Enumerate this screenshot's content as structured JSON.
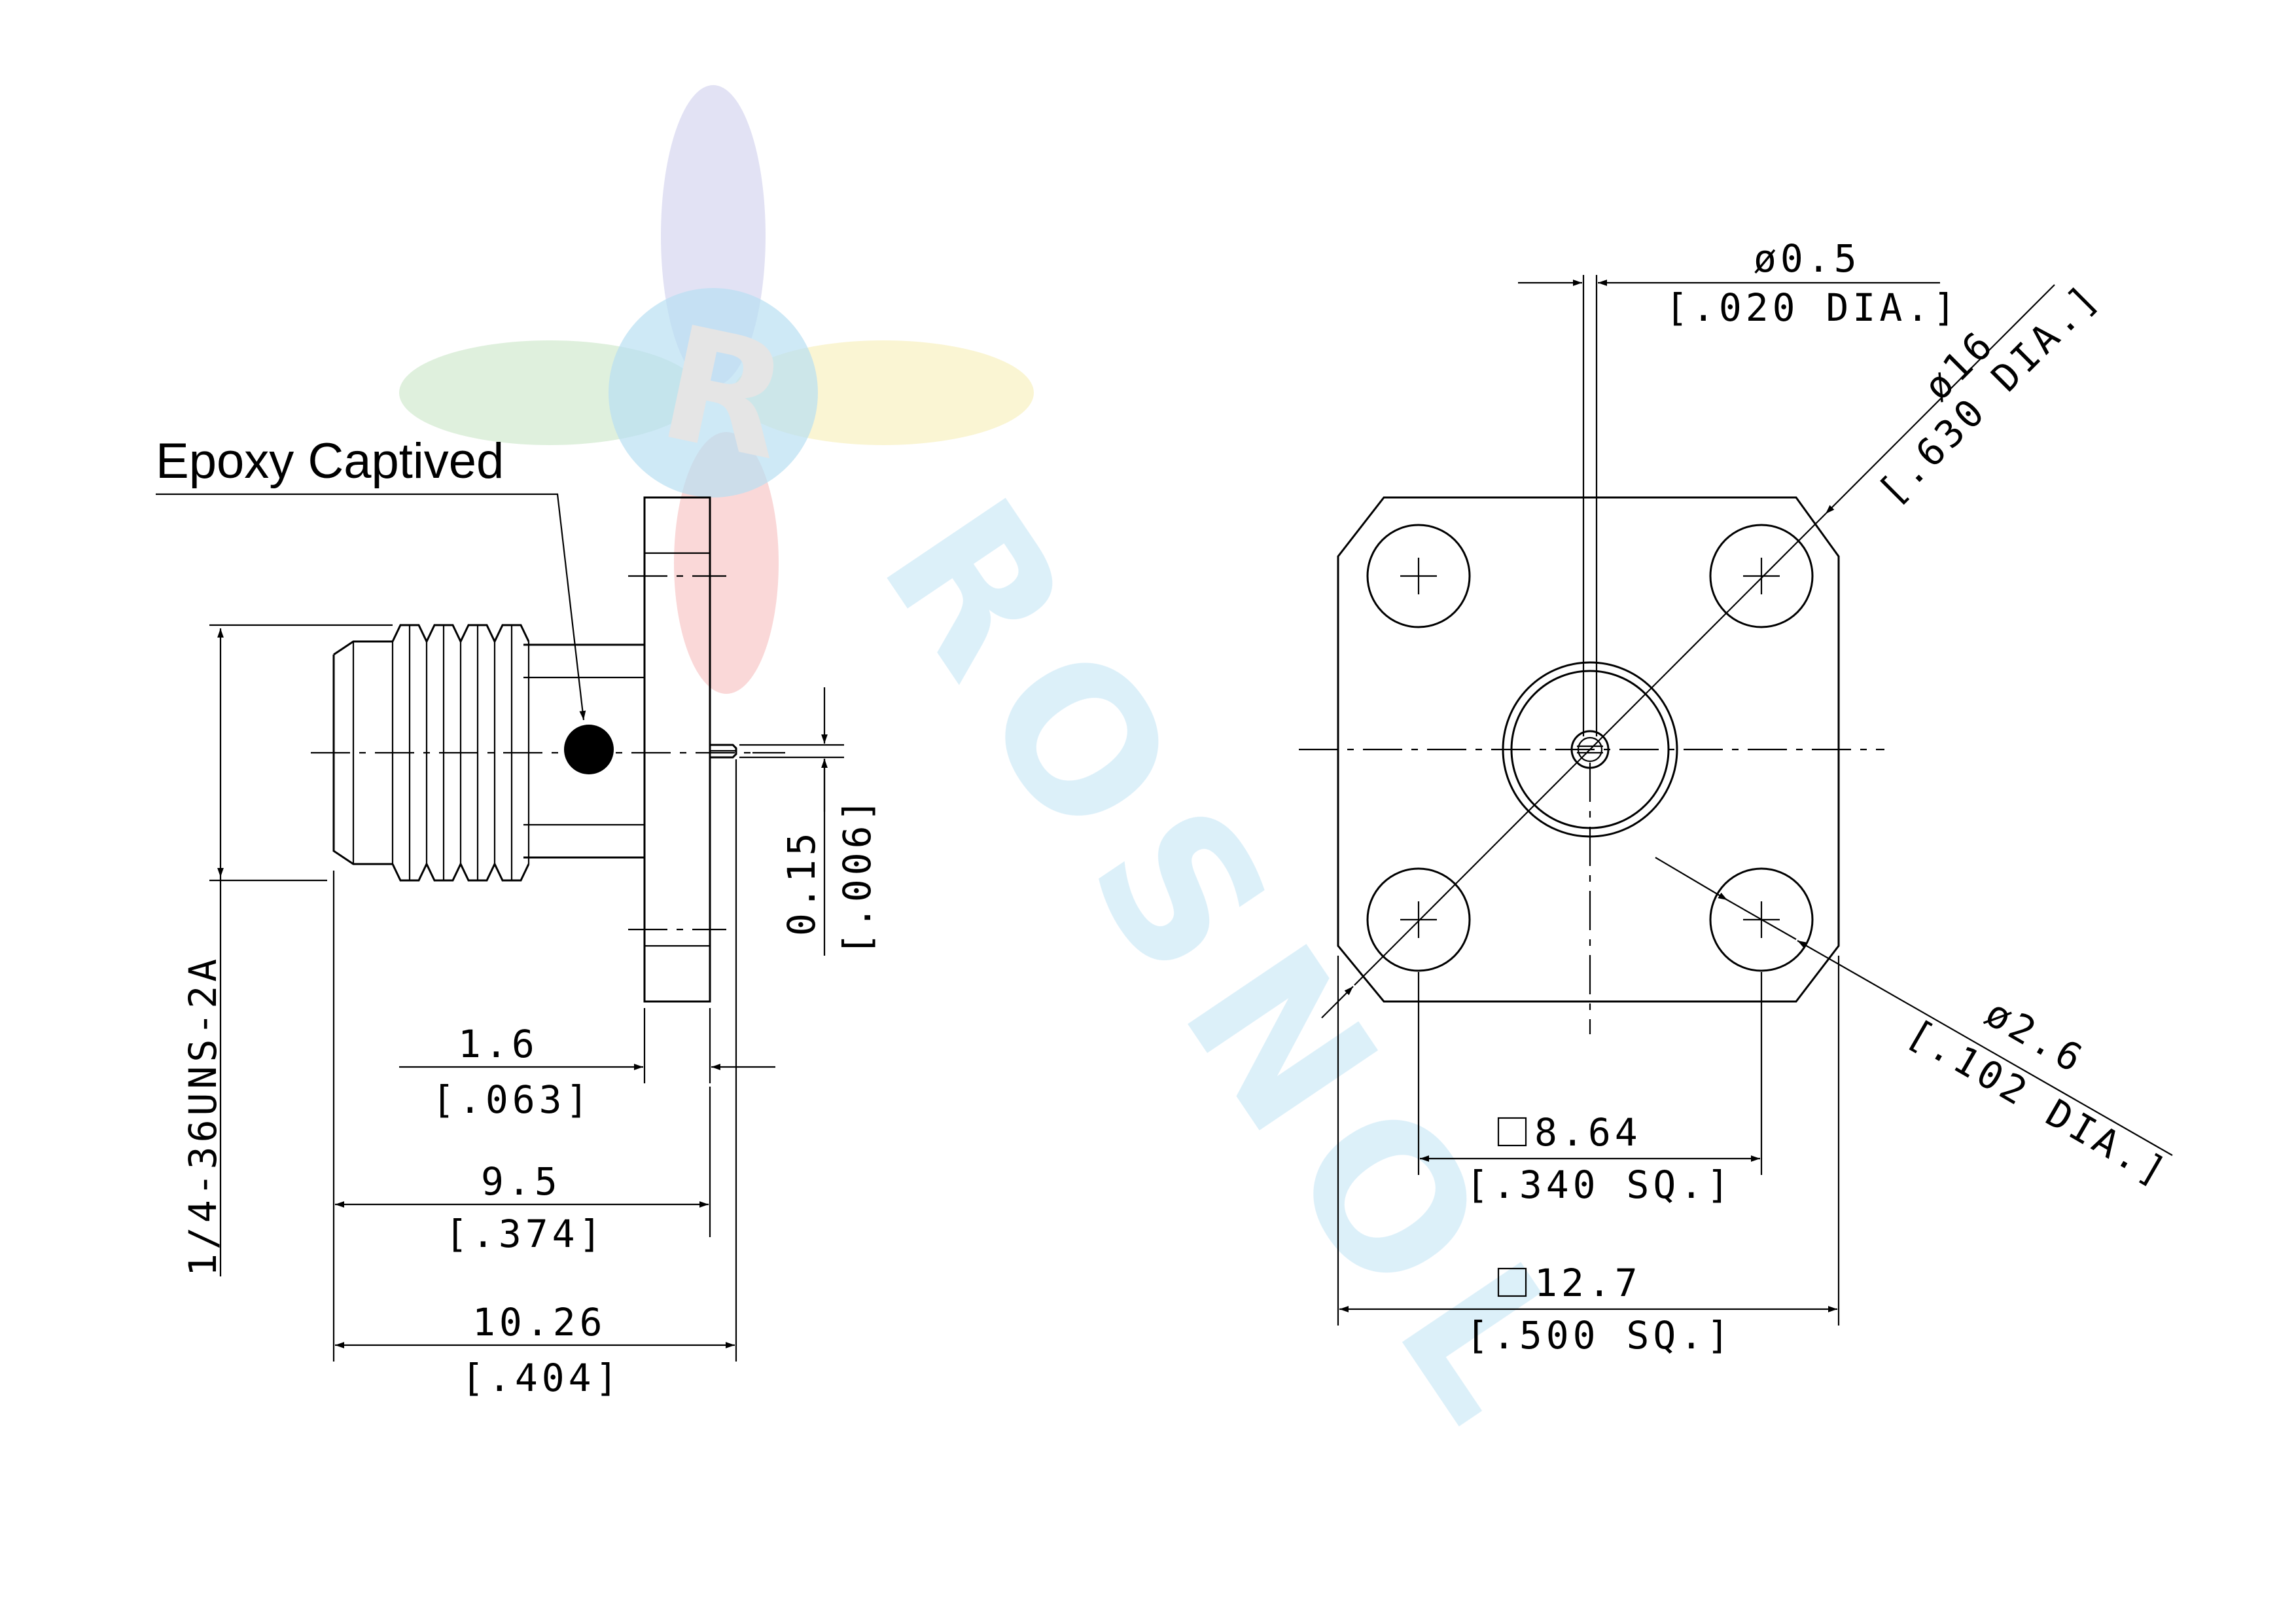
{
  "label": {
    "epoxy": "Epoxy Captived"
  },
  "thread": {
    "spec": "1/4-36UNS-2A"
  },
  "dims": {
    "pin_offset": {
      "mm": "0.15",
      "inch": "[.006]"
    },
    "flange_thickness": {
      "mm": "1.6",
      "inch": "[.063]"
    },
    "body_length": {
      "mm": "9.5",
      "inch": "[.374]"
    },
    "overall_length": {
      "mm": "10.26",
      "inch": "[.404]"
    },
    "pin_dia": {
      "mm": "ø0.5",
      "inch": "[.020 DIA.]"
    },
    "flange_dia": {
      "mm": "ø16",
      "inch": "[.630 DIA.]"
    },
    "hole_dia": {
      "mm": "ø2.6",
      "inch": "[.102 DIA.]"
    },
    "hole_spacing": {
      "mm": "8.64",
      "inch": "[.340 SQ.]"
    },
    "flange_size": {
      "mm": "12.7",
      "inch": "[.500 SQ.]"
    }
  },
  "colors": {
    "line": "#000000",
    "watermark_blue": "#7fc4e8",
    "watermark_green": "#9fd49a",
    "watermark_red": "#f08a8a",
    "watermark_yellow": "#f2e27a",
    "watermark_purple": "#a9a6e0"
  }
}
